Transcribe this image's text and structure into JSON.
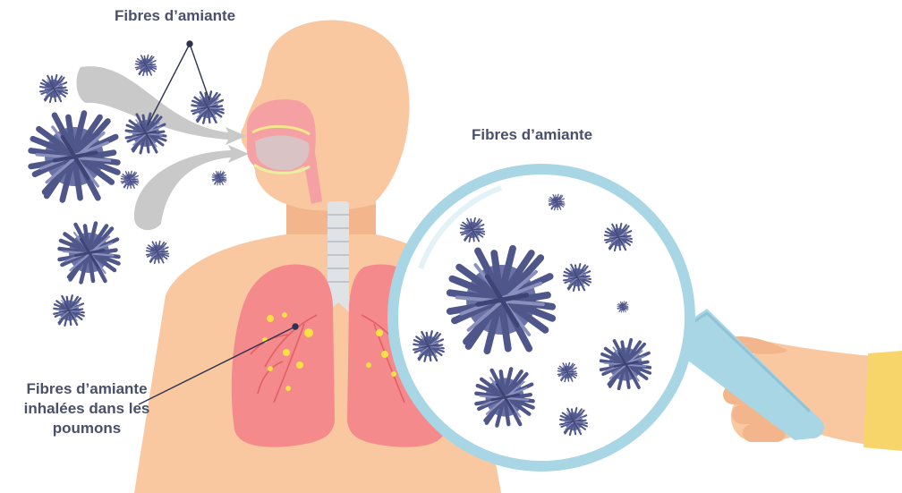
{
  "labels": {
    "top": "Fibres d’amiante",
    "magnifier": "Fibres d’amiante",
    "lungs_line1": "Fibres d’amiante",
    "lungs_line2": "inhalées dans les",
    "lungs_line3": "poumons"
  },
  "colors": {
    "skin": "#f9c8a1",
    "lung": "#f48a8c",
    "fiber": "#5d6497",
    "airflow": "#c9c9c9",
    "magnifier_rim": "#a8d6e4",
    "label_text": "#4a4f6a",
    "sleeve": "#f7d56b",
    "deposit": "#f9e043"
  }
}
